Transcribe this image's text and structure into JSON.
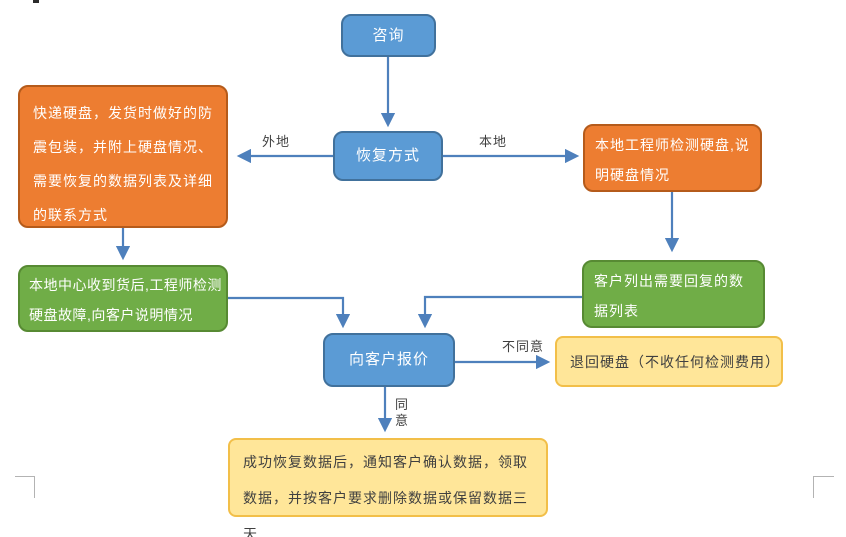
{
  "document": {
    "background": "#ffffff"
  },
  "colors": {
    "box_blue_fill": "#5B9BD5",
    "box_blue_border": "#41719C",
    "box_orange_fill": "#ED7D31",
    "box_orange_border": "#B55B1B",
    "box_green_fill": "#70AD47",
    "box_green_border": "#578A33",
    "box_yellow_fill": "#FFE699",
    "box_yellow_border": "#F2BF49",
    "arrow": "#4E80BC",
    "edge_label_text": "#3F3F3F",
    "box_text_light": "#FFFFFF",
    "box_text_dark": "#404040"
  },
  "flowchart": {
    "nodes": {
      "consult": {
        "label": "咨询"
      },
      "method": {
        "label": "恢复方式"
      },
      "ship": {
        "label": "快递硬盘，发货时做好的防震包装，并附上硬盘情况、需要恢复的数据列表及详细的联系方式"
      },
      "local_check": {
        "label": "本地工程师检测硬盘,说明硬盘情况"
      },
      "center_check": {
        "label": "本地中心收到货后,工程师检测硬盘故障,向客户说明情况"
      },
      "data_list": {
        "label": "客户列出需要回复的数据列表"
      },
      "quote": {
        "label": "向客户报价"
      },
      "return_disk": {
        "label": "退回硬盘（不收任何检测费用）"
      },
      "success": {
        "label": "成功恢复数据后，通知客户确认数据，领取数据，并按客户要求删除数据或保留数据三天"
      }
    },
    "edge_labels": {
      "offsite": "外地",
      "local": "本地",
      "disagree": "不同意",
      "agree": "同意"
    }
  }
}
